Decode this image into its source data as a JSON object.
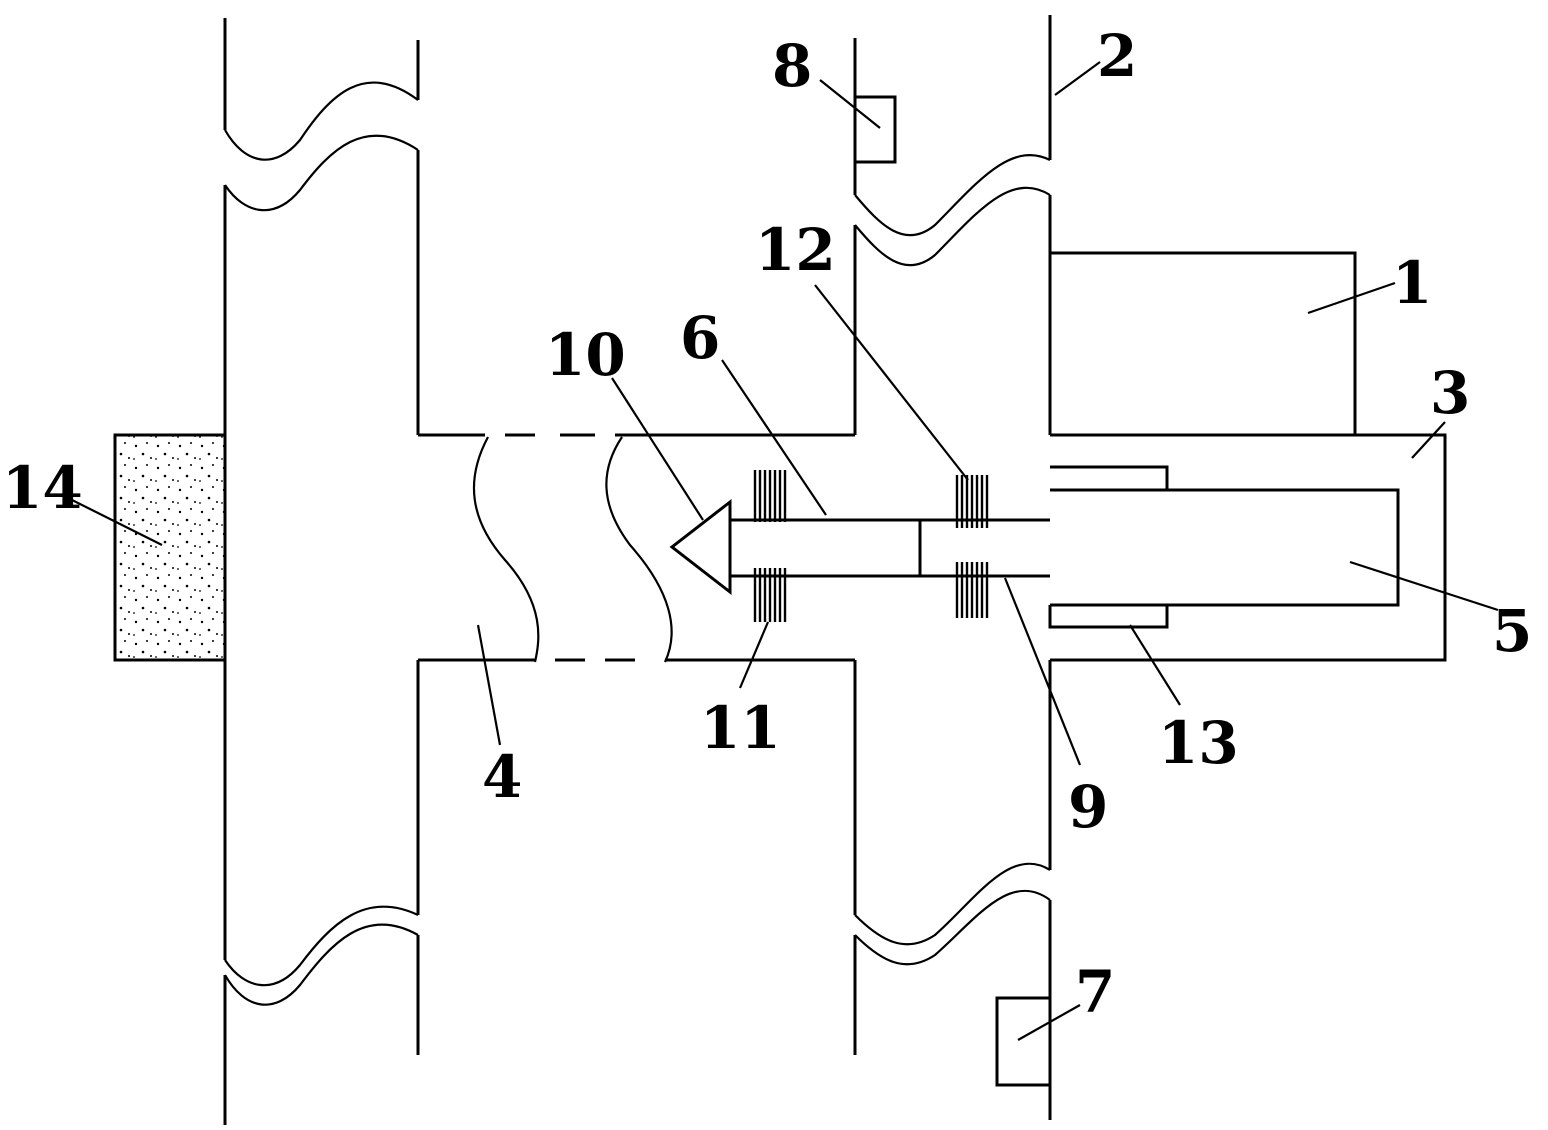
{
  "diagram": {
    "labels": {
      "l1": "1",
      "l2": "2",
      "l3": "3",
      "l4": "4",
      "l5": "5",
      "l6": "6",
      "l7": "7",
      "l8": "8",
      "l9": "9",
      "l10": "10",
      "l11": "11",
      "l12": "12",
      "l13": "13",
      "l14": "14"
    },
    "colors": {
      "stroke": "#000000",
      "background": "#ffffff"
    }
  }
}
